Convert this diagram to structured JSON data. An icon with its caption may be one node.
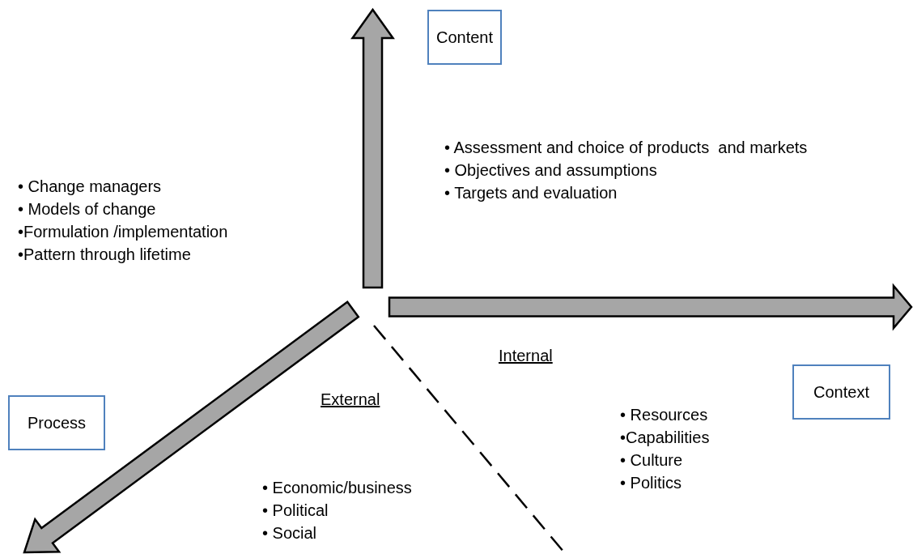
{
  "diagram": {
    "nodes": [
      {
        "text": [
          "Content"
        ]
      },
      {
        "text": [
          "Context"
        ]
      },
      {
        "text": [
          "Process"
        ]
      }
    ],
    "labels": [
      "• Assessment and choice of products  and markets",
      "• Objectives and assumptions",
      "• Targets and evaluation",
      "• Change managers",
      "• Models of change",
      "•Formulation /implementation",
      "•Pattern through lifetime",
      "Internal",
      "External",
      "• Resources",
      "•Capabilities",
      "• Culture",
      "• Politics",
      "• Economic/business",
      "• Political",
      "• Social"
    ]
  }
}
